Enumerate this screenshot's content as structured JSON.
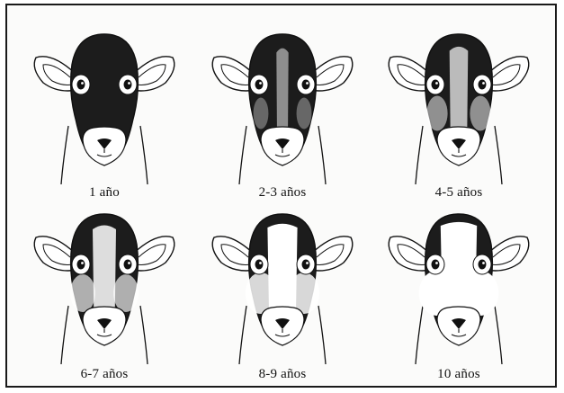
{
  "figure": {
    "panels": [
      {
        "label": "1 año",
        "white_level": 0.0
      },
      {
        "label": "2-3 años",
        "white_level": 0.15
      },
      {
        "label": "4-5 años",
        "white_level": 0.35
      },
      {
        "label": "6-7 años",
        "white_level": 0.5
      },
      {
        "label": "8-9 años",
        "white_level": 0.7
      },
      {
        "label": "10 años",
        "white_level": 0.9
      }
    ]
  },
  "colors": {
    "ink": "#111111",
    "dark_face": "#1c1c1c",
    "light_face": "#ffffff",
    "border": "#1a1a1a"
  }
}
